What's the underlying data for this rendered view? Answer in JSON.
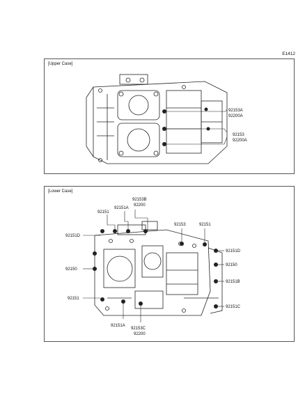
{
  "figure_code": "E1412",
  "upper": {
    "title": "[Upper Case]",
    "labels": [
      "92153A",
      "92200A",
      "92153",
      "92200A"
    ]
  },
  "lower": {
    "title": "[Lower Case]",
    "labels": {
      "l_92153b": "92153B",
      "l_92200_top": "92200",
      "l_92151_top": "92151",
      "l_92151a_top": "92151A",
      "l_92151d_left": "92151D",
      "l_92150_left": "92150",
      "l_92151_left": "92151",
      "l_92151a_bot": "92151A",
      "l_92153c": "92153C",
      "l_92200_bot": "92200",
      "l_92153_right": "92153",
      "l_92151_right": "92151",
      "l_92151d_right": "92151D",
      "l_92150_right": "92150",
      "l_92151b": "92151B",
      "l_92151c": "92151C"
    }
  }
}
